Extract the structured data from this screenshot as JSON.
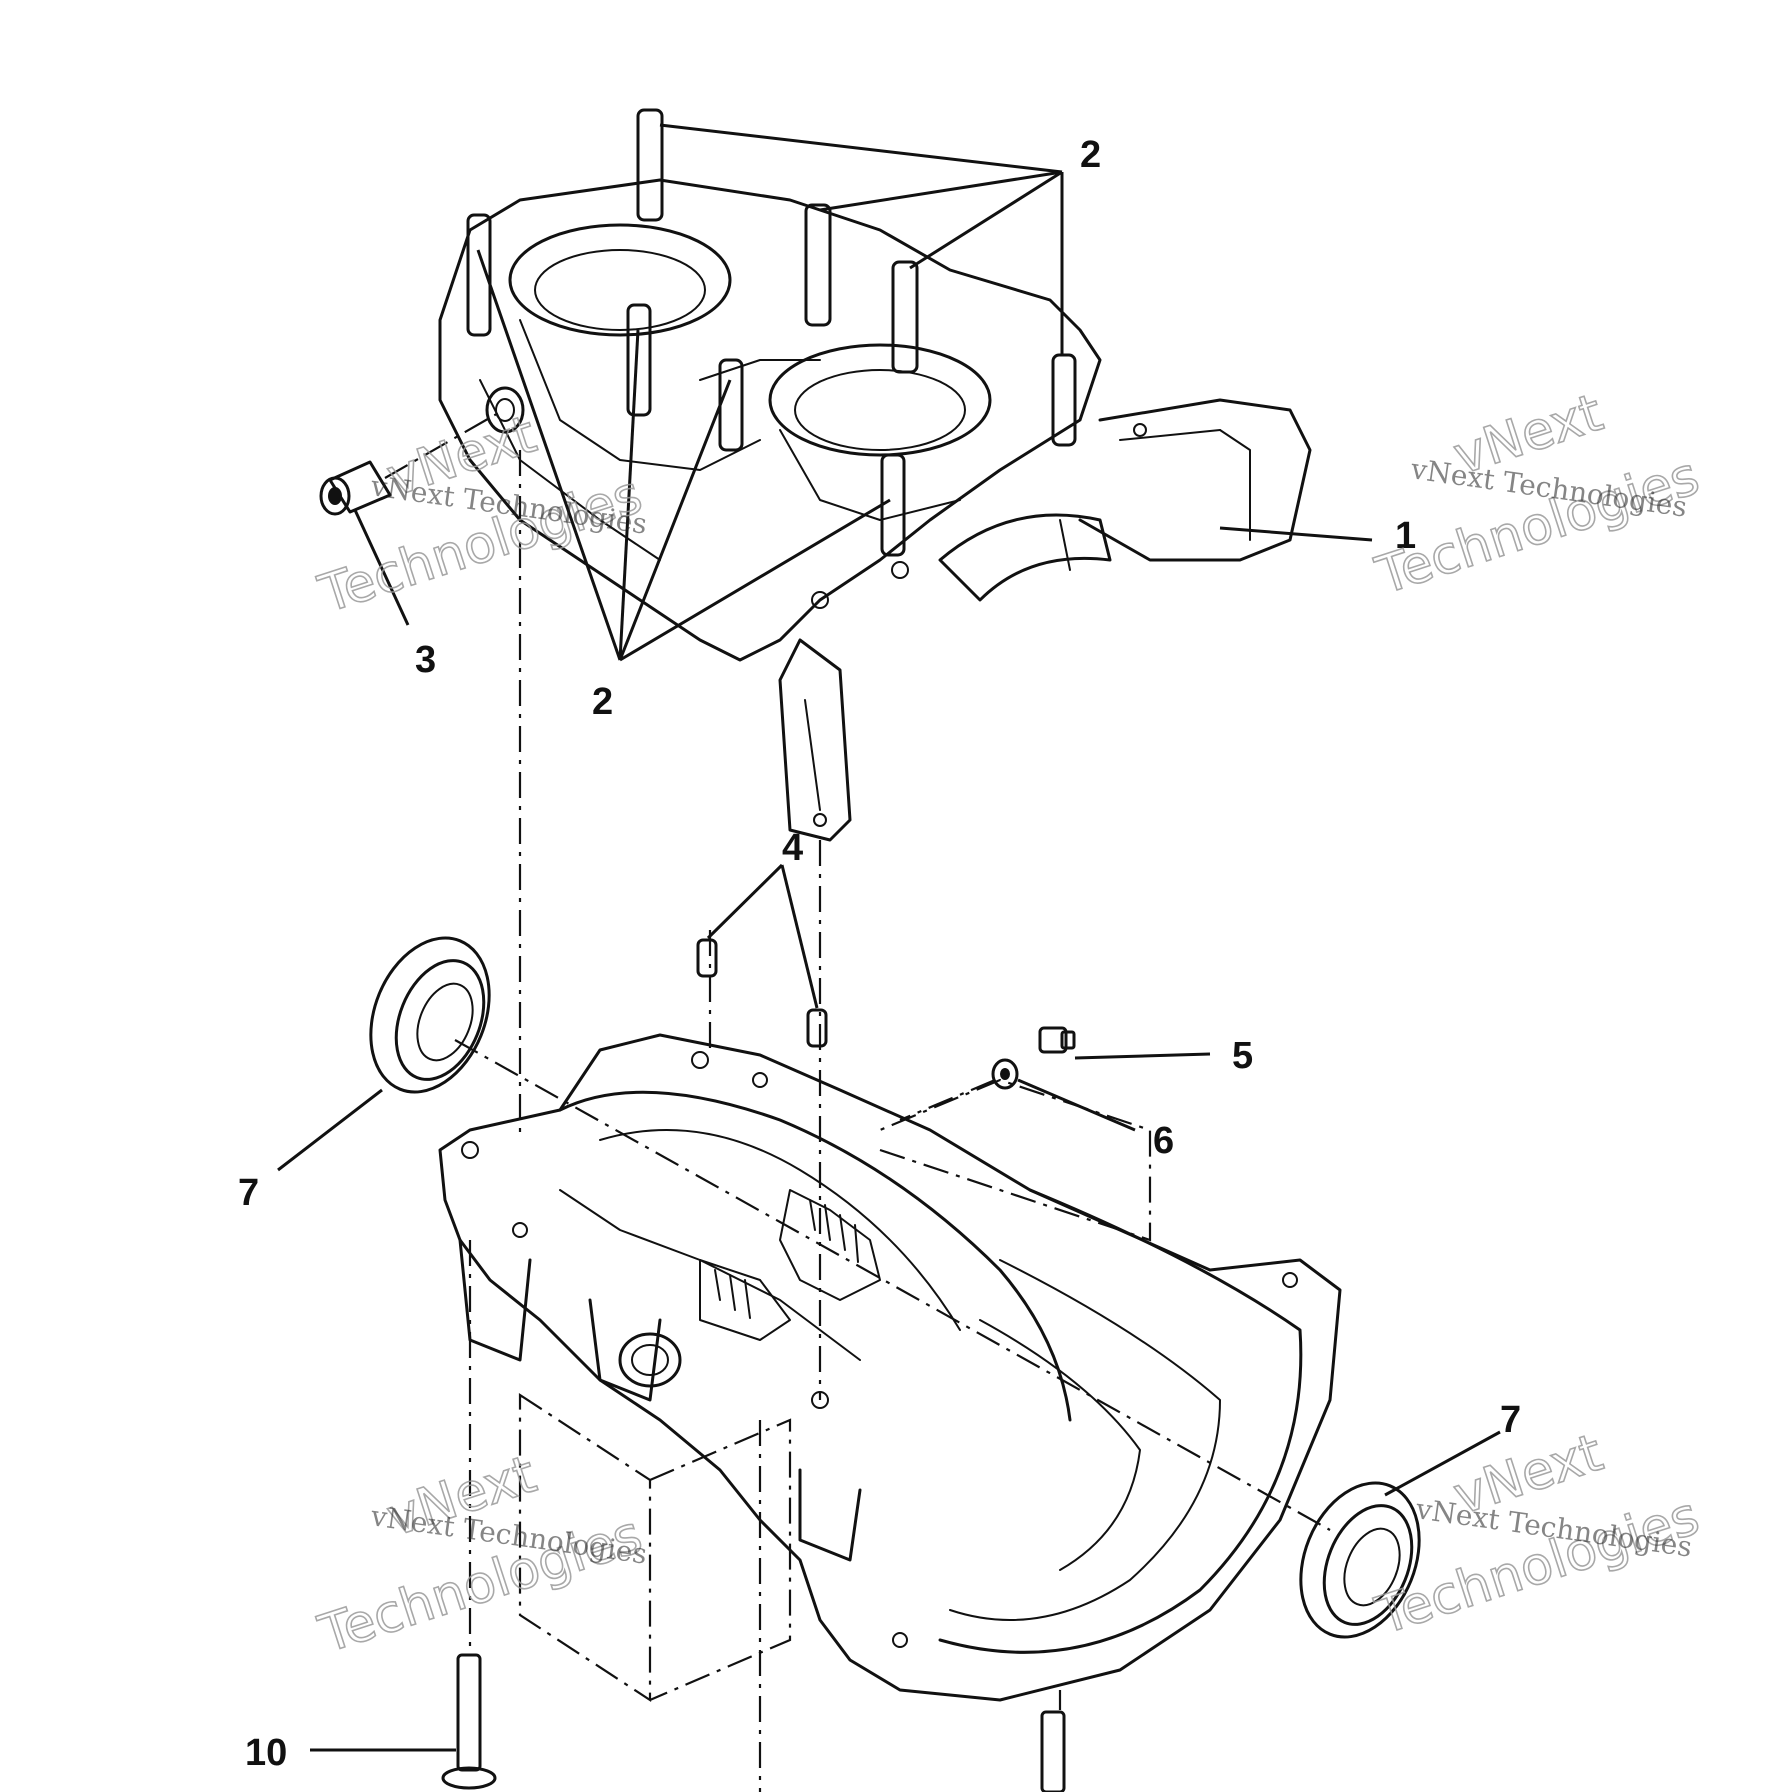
{
  "callouts": {
    "c1": "1",
    "c2_top": "2",
    "c2_bottom": "2",
    "c3": "3",
    "c4": "4",
    "c5": "5",
    "c6": "6",
    "c7_left": "7",
    "c7_right": "7",
    "c10": "10"
  },
  "watermark": {
    "line1": "vNext",
    "line2": "Technologies",
    "small": "vNext Technologies"
  }
}
